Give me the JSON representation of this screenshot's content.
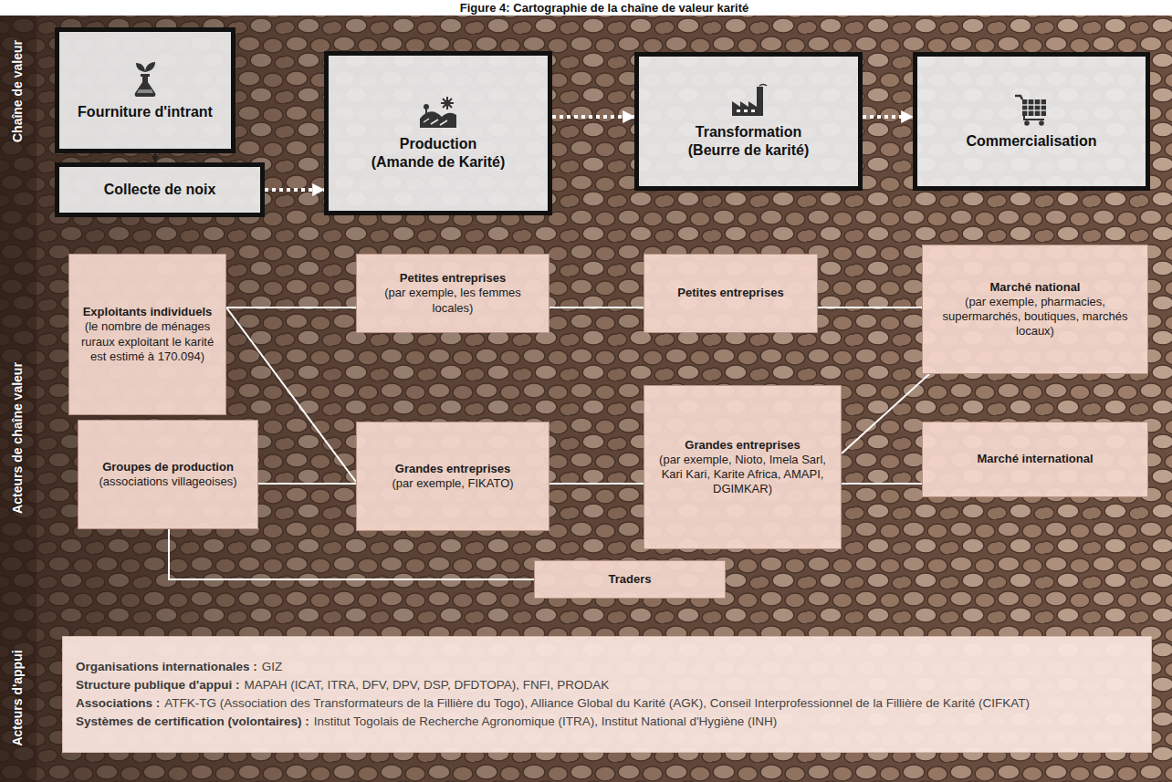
{
  "diagram": {
    "title": "Figure 4: Cartographie de la chaîne de valeur karité",
    "nodes": [
      {
        "text": [
          "Fourniture d'intrant"
        ]
      },
      {
        "text": [
          "Collecte de noix"
        ]
      },
      {
        "text": [
          "Production",
          "(Amande de Karité)"
        ]
      },
      {
        "text": [
          "Transformation",
          "(Beurre de karité)"
        ]
      },
      {
        "text": [
          "Commercialisation"
        ]
      },
      {
        "text": [
          "Exploitants individuels",
          "(le nombre de ménages ruraux exploitant le karité est estimé à 170.094)"
        ]
      },
      {
        "text": [
          "Petites entreprises",
          "(par exemple, les femmes locales)"
        ]
      },
      {
        "text": [
          "Petites entreprises"
        ]
      },
      {
        "text": [
          "Marché national",
          "(par exemple, pharmacies, supermarchés, boutiques, marchés locaux)"
        ]
      },
      {
        "text": [
          "Groupes de production",
          "(associations villageoises)"
        ]
      },
      {
        "text": [
          "Grandes entreprises",
          "(par exemple, FIKATO)"
        ]
      },
      {
        "text": [
          "Grandes entreprises",
          "(par exemple, Nioto, Imela Sarl, Kari Kari, Karite Africa, AMAPI, DGIMKAR)"
        ]
      },
      {
        "text": [
          "Marché international"
        ]
      },
      {
        "text": [
          "Traders"
        ]
      },
      {
        "text": [
          "Organisations internationales :",
          "GIZ",
          "Structure publique d'appui :",
          "MAPAH (ICAT, ITRA, DFV, DPV, DSP, DFDTOPA), FNFI, PRODAK",
          "Associations :",
          "ATFK-TG (Association des Transformateurs de la Fillière du Togo), Alliance Global du Karité (AGK), Conseil Interprofessionnel de la Fillière de Karité (CIFKAT)",
          "Systèmes de certification (volontaires) :",
          "Institut Togolais de Recherche Agronomique (ITRA), Institut National d'Hygiène (INH)"
        ]
      }
    ],
    "edges": [
      {
        "from": 0,
        "to": 1,
        "arrow": "to"
      },
      {
        "from": 1,
        "to": 2,
        "arrow": "to"
      },
      {
        "from": 2,
        "to": 3,
        "arrow": "to"
      },
      {
        "from": 3,
        "to": 4,
        "arrow": "to"
      },
      {
        "from": 5,
        "to": 6,
        "arrow": "none"
      },
      {
        "from": 5,
        "to": 10,
        "arrow": "none"
      },
      {
        "from": 6,
        "to": 7,
        "arrow": "none"
      },
      {
        "from": 7,
        "to": 8,
        "arrow": "none"
      },
      {
        "from": 9,
        "to": 10,
        "arrow": "none"
      },
      {
        "from": 10,
        "to": 11,
        "arrow": "none"
      },
      {
        "from": 11,
        "to": 8,
        "arrow": "none"
      },
      {
        "from": 11,
        "to": 12,
        "arrow": "none"
      },
      {
        "from": 9,
        "to": 13,
        "arrow": "none"
      }
    ],
    "labels": [
      "Chaîne de valeur",
      "Acteurs de chaîne valeur",
      "Acteurs d'appui"
    ]
  }
}
